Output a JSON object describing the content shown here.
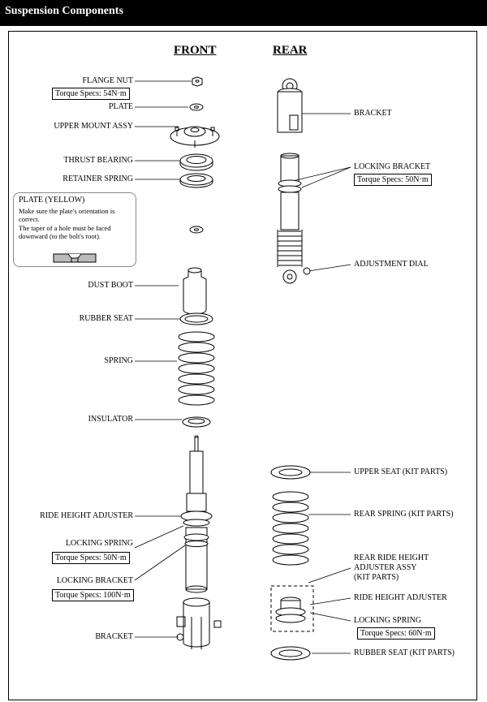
{
  "header": {
    "title": "Suspension Components"
  },
  "columns": {
    "front": "FRONT",
    "rear": "REAR"
  },
  "front": {
    "flange_nut": "FLANGE NUT",
    "flange_torque": "Torque Specs: 54N·m",
    "plate": "PLATE",
    "upper_mount": "UPPER MOUNT ASSY",
    "thrust_bearing": "THRUST BEARING",
    "retainer_spring": "RETAINER SPRING",
    "dust_boot": "DUST BOOT",
    "rubber_seat": "RUBBER SEAT",
    "spring": "SPRING",
    "insulator": "INSULATOR",
    "ride_height_adjuster": "RIDE HEIGHT ADJUSTER",
    "locking_spring": "LOCKING SPRING",
    "locking_spring_torque": "Torque Specs: 50N·m",
    "locking_bracket": "LOCKING BRACKET",
    "locking_bracket_torque": "Torque Specs: 100N·m",
    "bracket": "BRACKET"
  },
  "note": {
    "title": "PLATE (YELLOW)",
    "line1": "Make sure the plate's orientation is correct.",
    "line2": "The taper of a hole must be faced downward (to the bolt's root)."
  },
  "rear": {
    "bracket": "BRACKET",
    "locking_bracket": "LOCKING BRACKET",
    "locking_bracket_torque": "Torque Specs: 50N·m",
    "adjustment_dial": "ADJUSTMENT DIAL",
    "upper_seat": "UPPER SEAT (KIT PARTS)",
    "rear_spring": "REAR SPRING (KIT PARTS)",
    "adjuster_assy_1": "REAR RIDE HEIGHT",
    "adjuster_assy_2": "ADJUSTER ASSY",
    "adjuster_assy_3": "(KIT PARTS)",
    "ride_height_adjuster": "RIDE HEIGHT ADJUSTER",
    "locking_spring": "LOCKING SPRING",
    "locking_spring_torque": "Torque Specs: 60N·m",
    "rubber_seat": "RUBBER SEAT (KIT PARTS)"
  },
  "icons": [
    "flange-nut-icon",
    "plate-icon",
    "upper-mount-icon",
    "thrust-bearing-icon",
    "retainer-spring-icon",
    "dust-boot-icon",
    "rubber-seat-icon",
    "coil-spring-icon",
    "insulator-icon",
    "front-strut-icon",
    "rear-shock-icon",
    "rear-spring-icon",
    "rear-adjuster-icon"
  ]
}
